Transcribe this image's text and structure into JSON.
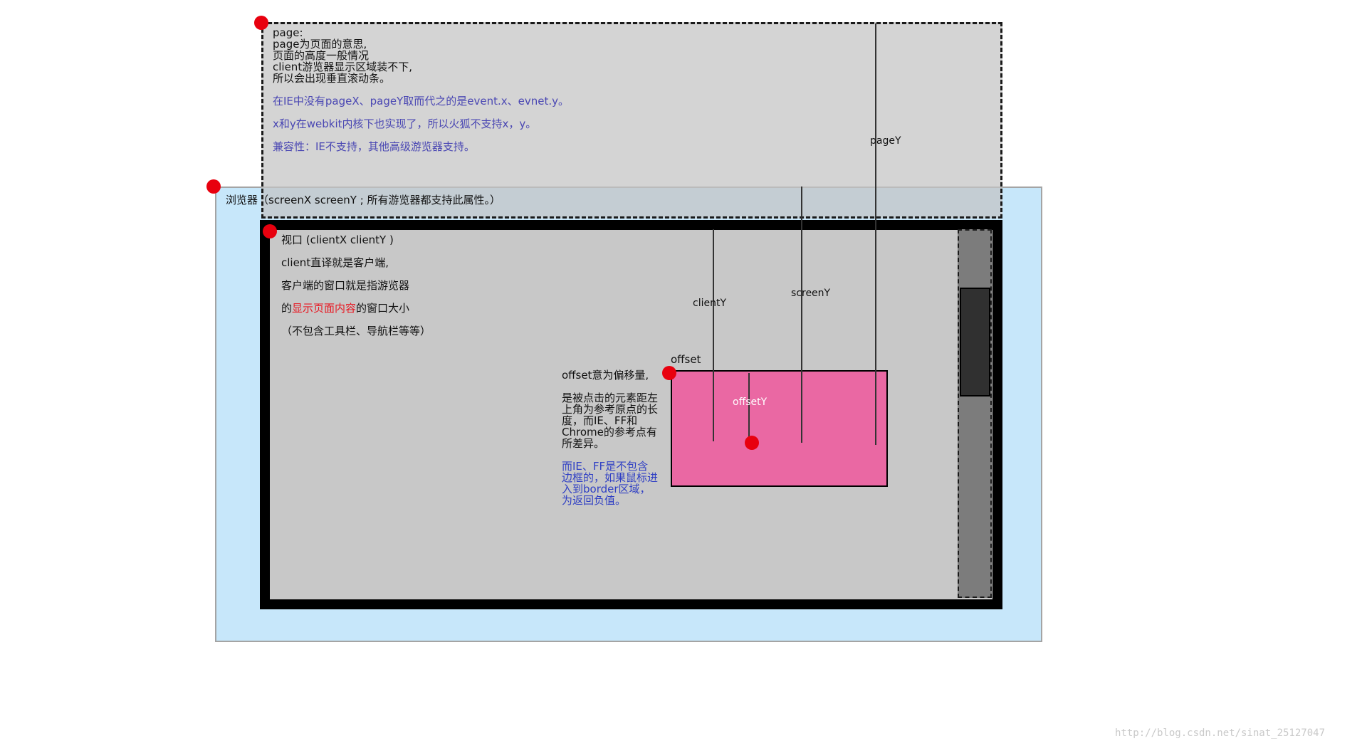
{
  "page_area": {
    "lines": [
      "page:",
      "page为页面的意思,",
      "页面的高度一般情况",
      "client游览器显示区域装不下,",
      "所以会出现垂直滚动条。"
    ],
    "notes": [
      "在IE中没有pageX、pageY取而代之的是event.x、evnet.y。",
      "x和y在webkit内核下也实现了，所以火狐不支持x，y。",
      "兼容性：IE不支持，其他高级游览器支持。"
    ]
  },
  "browser_area": {
    "label": "浏览器（screenX  screenY ; 所有游览器都支持此属性。）"
  },
  "viewport_area": {
    "title": "视口 (clientX clientY )",
    "line1": "client直译就是客户端,",
    "line2": "客户端的窗口就是指游览器",
    "line3_before": "的",
    "line3_highlight": "显示页面内容",
    "line3_after": "的窗口大小",
    "line4": "（不包含工具栏、导航栏等等）"
  },
  "offset_area": {
    "label": "offset",
    "desc1": "offset意为偏移量,",
    "desc2": [
      "是被点击的元素距左",
      "上角为参考原点的长",
      "度，而IE、FF和",
      "Chrome的参考点有",
      "所差异。"
    ],
    "desc3": [
      "而IE、FF是不包含",
      "边框的，如果鼠标进",
      "入到border区域，",
      "为返回负值。"
    ]
  },
  "measures": {
    "pageY": "pageY",
    "screenY": "screenY",
    "clientY": "clientY",
    "offsetY": "offsetY"
  },
  "watermark": "http://blog.csdn.net/sinat_25127047",
  "colors": {
    "browser_bg": "#c7e7fa",
    "page_bg": "#c4c4c4",
    "viewport_bg": "#c8c8c8",
    "offset_bg": "#ea68a3",
    "origin_dot": "#e8000e",
    "note_blue": "#4a47b3",
    "highlight_red": "#e8151f"
  }
}
